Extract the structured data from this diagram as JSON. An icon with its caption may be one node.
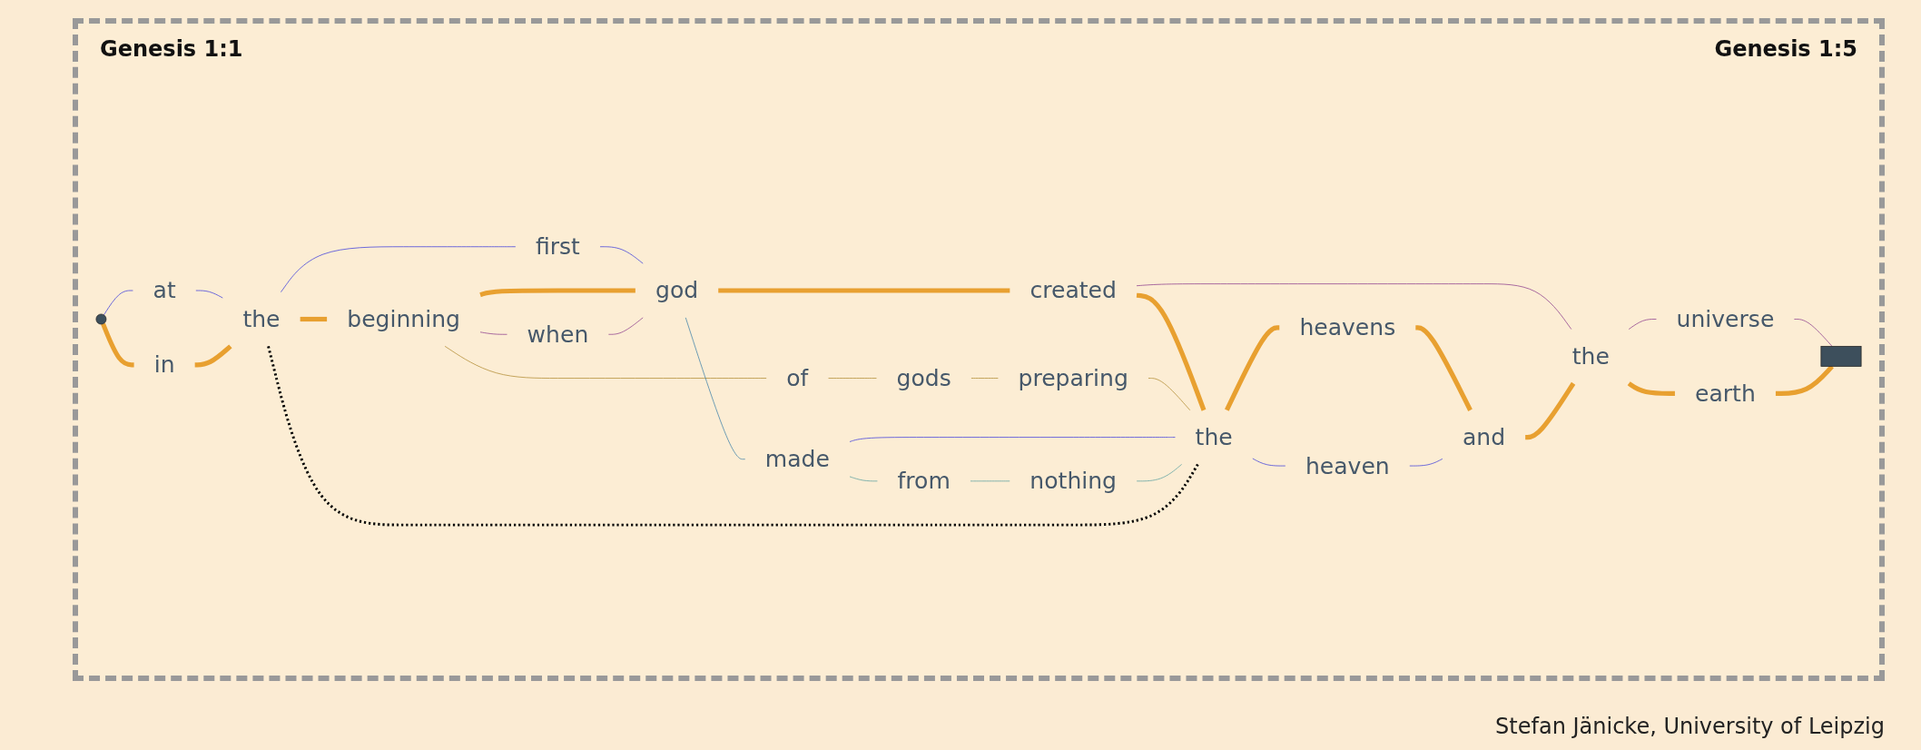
{
  "diagram": {
    "caption": "Stefan Jänicke, University of Leipzig",
    "nodes": [
      {
        "text": [],
        "shape": "circle"
      },
      {
        "text": [
          "in"
        ]
      },
      {
        "text": [
          "the"
        ]
      },
      {
        "text": [
          "beginning"
        ]
      },
      {
        "text": [
          "god"
        ]
      },
      {
        "text": [
          "created"
        ]
      },
      {
        "text": [
          "the"
        ]
      },
      {
        "text": [
          "heavens"
        ]
      },
      {
        "text": [
          "and"
        ]
      },
      {
        "text": [
          "the"
        ]
      },
      {
        "text": [
          "earth"
        ]
      },
      {
        "text": [],
        "shape": "box"
      },
      {
        "text": [
          "at"
        ]
      },
      {
        "text": [
          "first"
        ]
      },
      {
        "text": [
          "when"
        ]
      },
      {
        "text": [
          "of"
        ]
      },
      {
        "text": [
          "gods"
        ]
      },
      {
        "text": [
          "preparing"
        ]
      },
      {
        "text": [
          "made"
        ]
      },
      {
        "text": [
          "from"
        ]
      },
      {
        "text": [
          "nothing"
        ]
      },
      {
        "text": [
          "heaven"
        ]
      },
      {
        "text": [
          "universe"
        ]
      }
    ],
    "edges": [
      {
        "from": 0,
        "to": 1,
        "arrow": "none",
        "style": "thick"
      },
      {
        "from": 0,
        "to": 12,
        "arrow": "none",
        "color": "#3b3bdc"
      },
      {
        "from": 12,
        "to": 2,
        "arrow": "none",
        "color": "#3b3bdc"
      },
      {
        "from": 1,
        "to": 2,
        "arrow": "none",
        "style": "thick"
      },
      {
        "from": 2,
        "to": 3,
        "arrow": "none",
        "style": "thick"
      },
      {
        "from": 2,
        "to": 13,
        "arrow": "none",
        "color": "#3b3bdc"
      },
      {
        "from": 13,
        "to": 4,
        "arrow": "none",
        "color": "#3b3bdc"
      },
      {
        "from": 3,
        "to": 4,
        "arrow": "none",
        "style": "thick"
      },
      {
        "from": 3,
        "to": 14,
        "arrow": "none",
        "color": "#8b3a8b"
      },
      {
        "from": 14,
        "to": 4,
        "arrow": "none",
        "color": "#8b3a8b"
      },
      {
        "from": 3,
        "to": 15,
        "arrow": "none",
        "color": "#b08a30"
      },
      {
        "from": 15,
        "to": 16,
        "arrow": "none",
        "color": "#b08a30"
      },
      {
        "from": 16,
        "to": 17,
        "arrow": "none",
        "color": "#b08a30"
      },
      {
        "from": 4,
        "to": 5,
        "arrow": "none",
        "style": "thick"
      },
      {
        "from": 4,
        "to": 18,
        "arrow": "none",
        "color": "#3b7fa8"
      },
      {
        "from": 18,
        "to": 19,
        "arrow": "none",
        "color": "#5aa0a0"
      },
      {
        "from": 19,
        "to": 20,
        "arrow": "none",
        "color": "#5aa0a0"
      },
      {
        "from": 5,
        "to": 6,
        "arrow": "none",
        "style": "thick"
      },
      {
        "from": 17,
        "to": 6,
        "arrow": "none",
        "color": "#b08a30"
      },
      {
        "from": 18,
        "to": 6,
        "arrow": "none",
        "color": "#3b3bdc"
      },
      {
        "from": 20,
        "to": 6,
        "arrow": "none",
        "color": "#5aa0a0"
      },
      {
        "from": 5,
        "to": 9,
        "arrow": "none",
        "color": "#8b3a8b"
      },
      {
        "from": 6,
        "to": 7,
        "arrow": "none",
        "style": "thick"
      },
      {
        "from": 6,
        "to": 21,
        "arrow": "none",
        "color": "#3b3bdc"
      },
      {
        "from": 7,
        "to": 8,
        "arrow": "none",
        "style": "thick"
      },
      {
        "from": 21,
        "to": 8,
        "arrow": "none",
        "color": "#3b3bdc"
      },
      {
        "from": 8,
        "to": 9,
        "arrow": "none",
        "style": "thick"
      },
      {
        "from": 9,
        "to": 10,
        "arrow": "none",
        "style": "thick"
      },
      {
        "from": 9,
        "to": 22,
        "arrow": "none",
        "color": "#8b3a8b"
      },
      {
        "from": 22,
        "to": 11,
        "arrow": "none",
        "color": "#8b3a8b"
      },
      {
        "from": 10,
        "to": 11,
        "arrow": "none",
        "style": "thick"
      },
      {
        "from": 2,
        "to": 6,
        "arrow": "none",
        "style": "dashed",
        "color": "#000000"
      }
    ],
    "labels": [
      "Genesis 1:1",
      "Genesis 1:5"
    ]
  }
}
